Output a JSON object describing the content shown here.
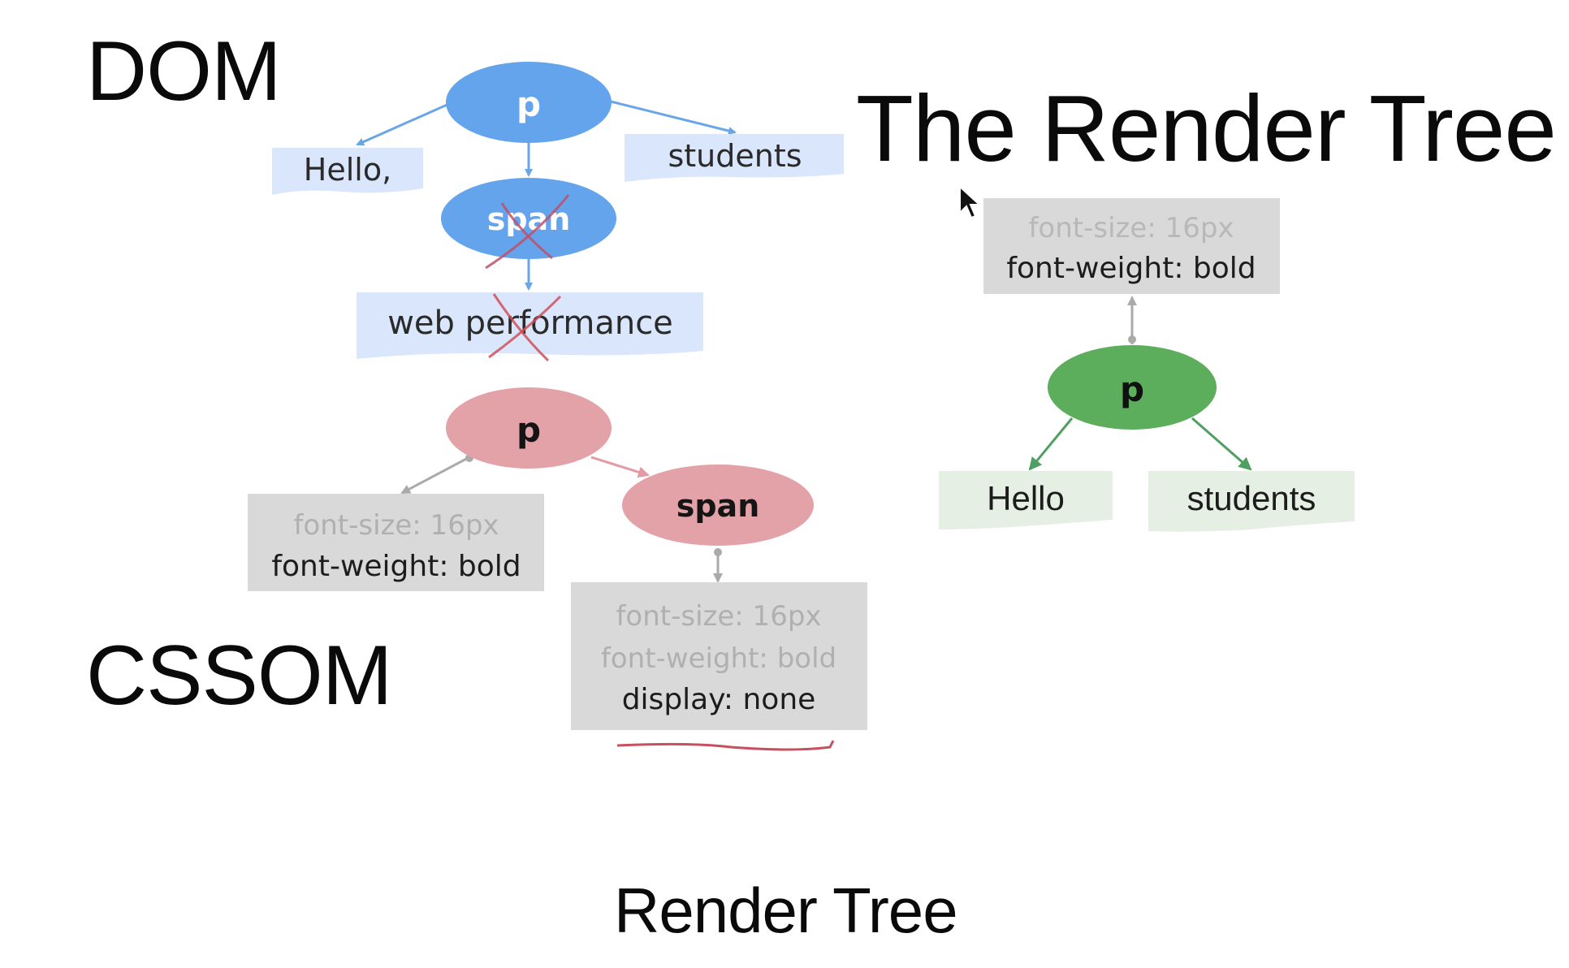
{
  "slide": {
    "titles": {
      "dom": "DOM",
      "cssom": "CSSOM",
      "render_tree_heading": "The Render Tree",
      "render_tree_caption": "Render Tree"
    },
    "dom_tree": {
      "root": {
        "label": "p",
        "color": "#64a4ec"
      },
      "children": [
        {
          "label": "Hello,",
          "type": "text",
          "color": "#d9e6fb"
        },
        {
          "label": "span",
          "type": "element",
          "crossed_out": true,
          "color": "#64a4ec",
          "children": [
            {
              "label": "web performance",
              "type": "text",
              "crossed_out": true,
              "color": "#d9e6fb"
            }
          ]
        },
        {
          "label": "students",
          "type": "text",
          "color": "#d9e6fb"
        }
      ]
    },
    "cssom_tree": {
      "root": {
        "label": "p",
        "color": "#e3a2a8",
        "styles": [
          {
            "text": "font-size: 16px",
            "inherited": true
          },
          {
            "text": "font-weight: bold",
            "inherited": false
          }
        ]
      },
      "children": [
        {
          "label": "span",
          "color": "#e3a2a8",
          "styles": [
            {
              "text": "font-size: 16px",
              "inherited": true
            },
            {
              "text": "font-weight: bold",
              "inherited": true
            },
            {
              "text": "display: none",
              "inherited": false,
              "underlined": true
            }
          ]
        }
      ]
    },
    "render_tree": {
      "root": {
        "label": "p",
        "color": "#5cae5c",
        "styles": [
          {
            "text": "font-size: 16px",
            "inherited": true
          },
          {
            "text": "font-weight: bold",
            "inherited": false
          }
        ]
      },
      "children": [
        {
          "label": "Hello",
          "color": "#e6efe3"
        },
        {
          "label": "students",
          "color": "#e6efe3"
        }
      ]
    },
    "colors": {
      "dom_arrow": "#6aa6e6",
      "cssom_arrow_gray": "#aaaaaa",
      "cssom_arrow_pink": "#e39aa2",
      "render_arrow": "#4f9f62",
      "style_box": "#d9d9d9",
      "inherited_text": "#b0b0b0",
      "own_text": "#1c1c1c",
      "cross_mark": "#d0505a",
      "underline_mark": "#c8505e"
    }
  }
}
